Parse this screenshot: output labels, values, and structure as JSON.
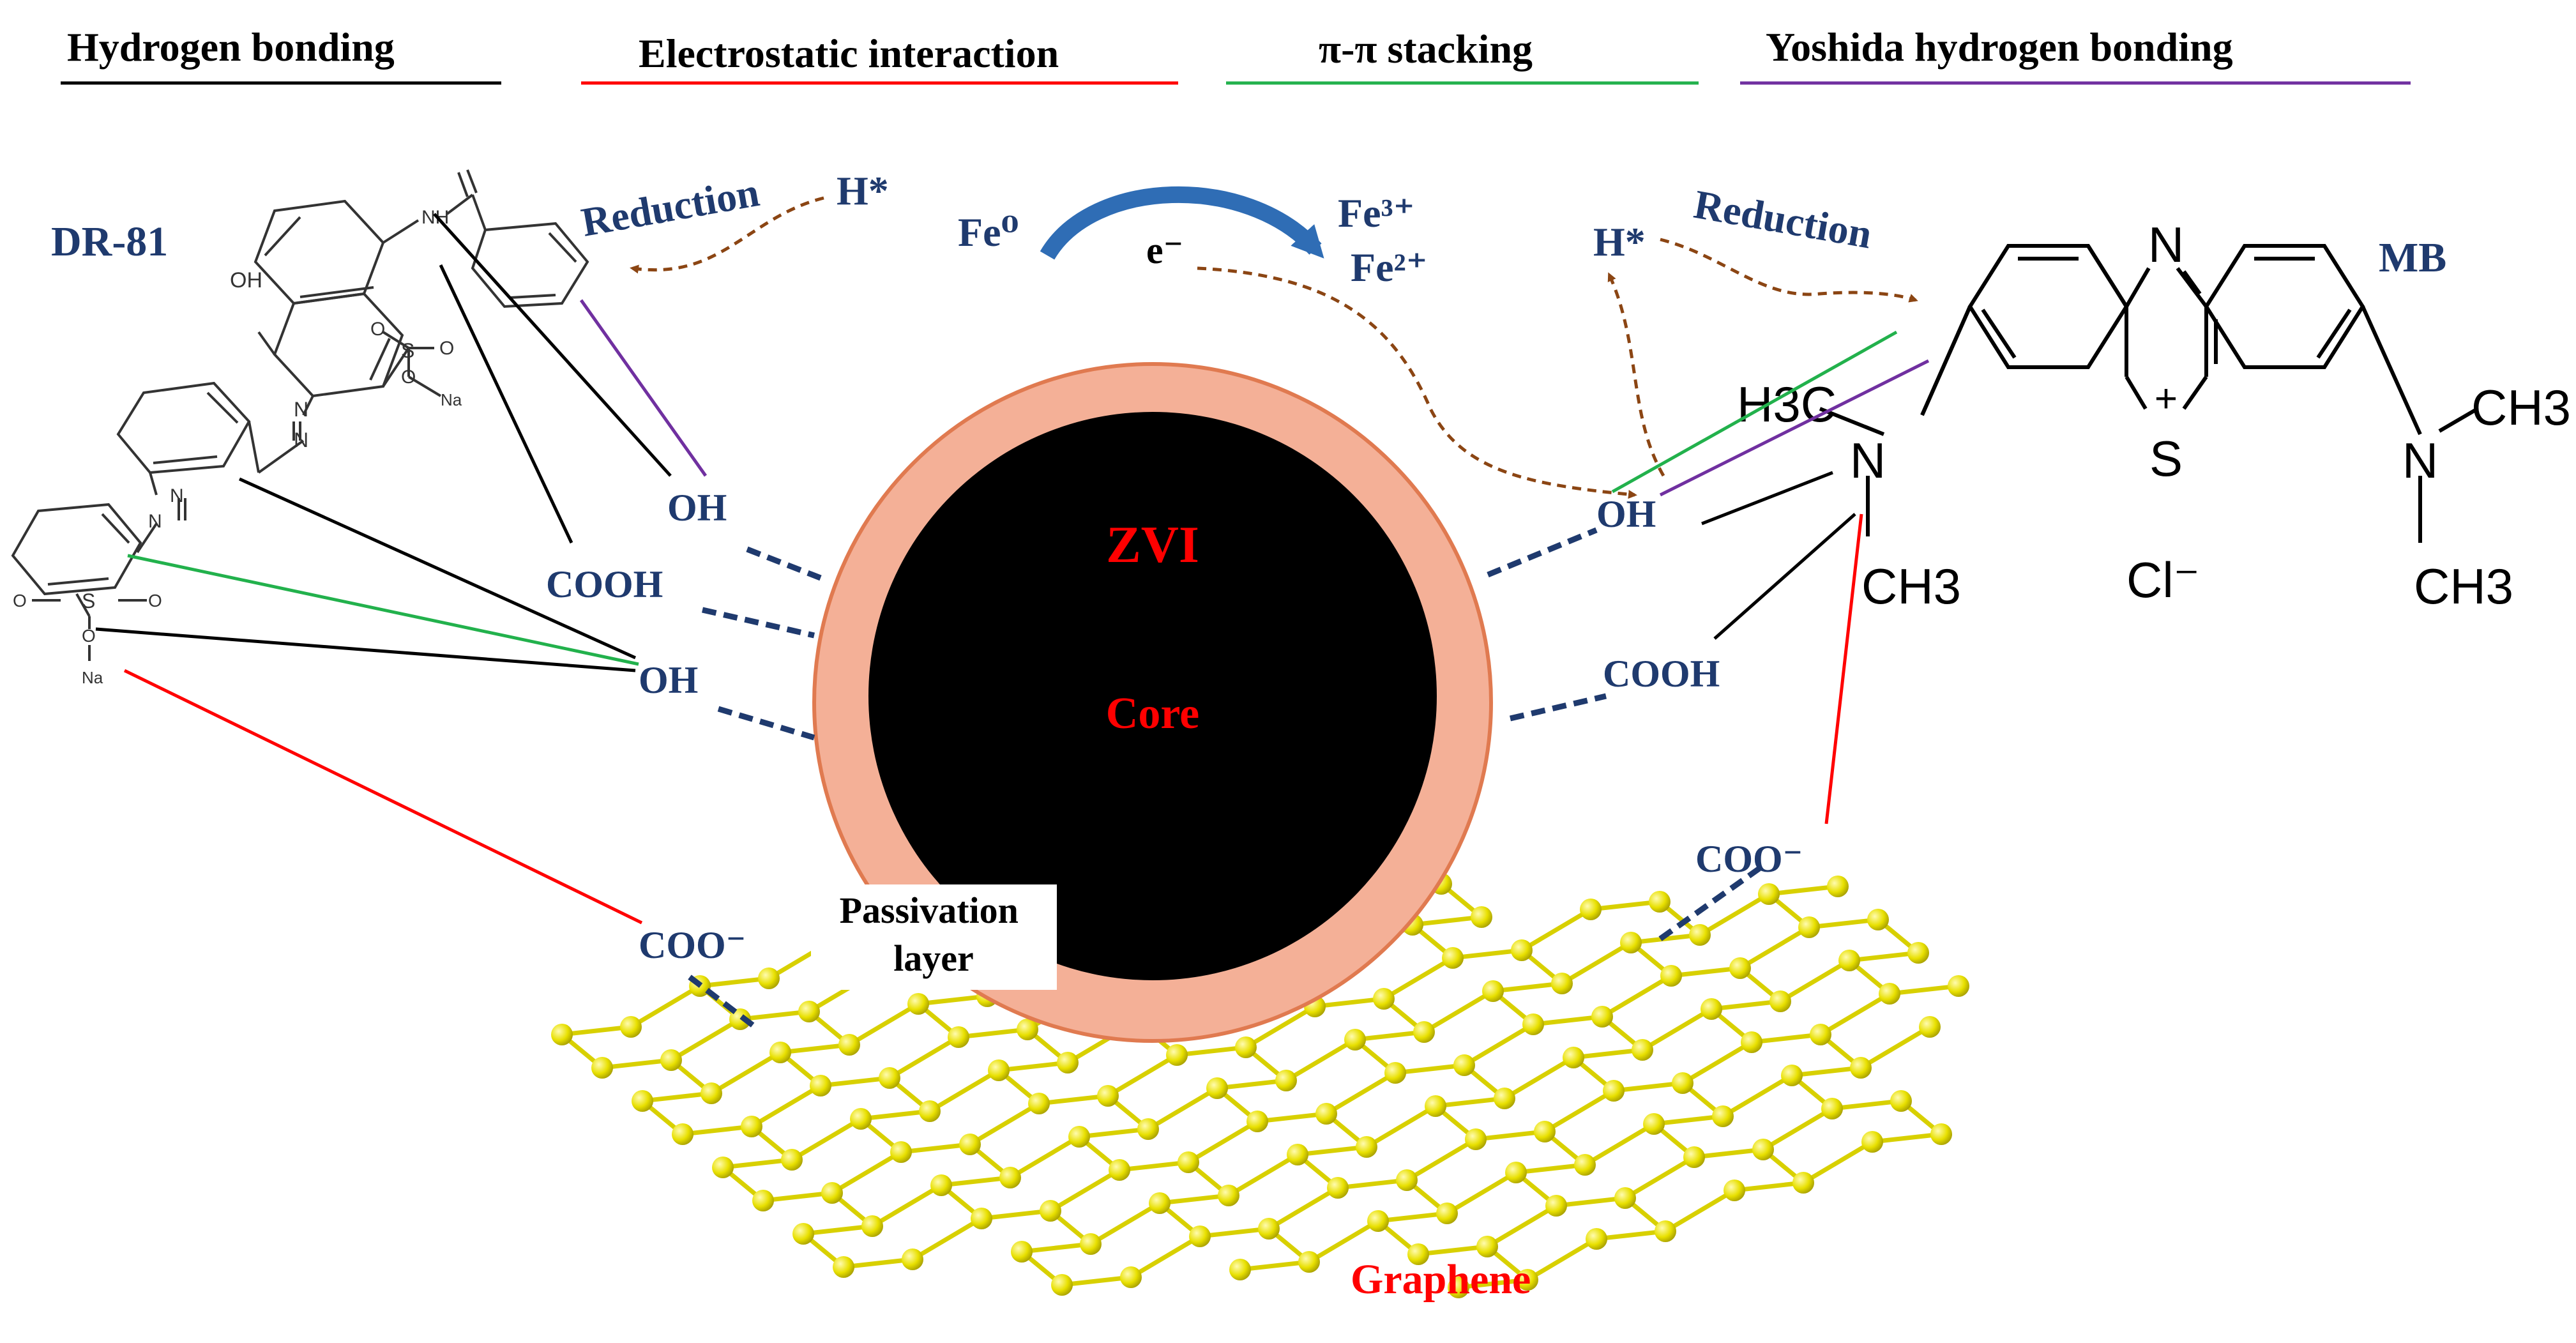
{
  "legend": [
    {
      "label": "Hydrogen bonding",
      "color": "#000000"
    },
    {
      "label": "Electrostatic interaction",
      "color": "#ff0000"
    },
    {
      "label": "π-π stacking",
      "color": "#22b14c"
    },
    {
      "label": "Yoshida hydrogen bonding",
      "color": "#7030a0"
    }
  ],
  "molecules": {
    "left_name": "DR-81",
    "right_name": "MB",
    "left_labels": {
      "oh": "OH",
      "na_top": "Na",
      "na_bottom": "Na",
      "n": "N",
      "nh": "NH",
      "o": "O",
      "s": "S"
    },
    "right_labels": {
      "n_ring": "N",
      "s_plus": "S",
      "plus": "+",
      "n_left": "N",
      "n_right": "N",
      "h3c": "H3C",
      "ch3": "CH3",
      "cl": "Cl⁻"
    }
  },
  "reactions": {
    "reduction_left": "Reduction",
    "reduction_right": "Reduction",
    "h_star_left": "H*",
    "h_star_right": "H*",
    "fe0": "Fe⁰",
    "fe3": "Fe³⁺",
    "fe2": "Fe²⁺",
    "electron": "e⁻"
  },
  "groups": {
    "left": [
      "OH",
      "COOH",
      "OH"
    ],
    "left_coo": "COO⁻",
    "right_oh": "OH",
    "right_cooh": "COOH",
    "right_coo": "COO⁻"
  },
  "particle": {
    "core_title": "ZVI",
    "core_subtitle": "Core",
    "shell_label": "Passivation layer",
    "core_color": "#000000",
    "shell_color": "#f4b097",
    "label_color": "#ff0000"
  },
  "support": {
    "label": "Graphene",
    "atom_color": "#e8e000",
    "label_color": "#ff0000"
  },
  "colors": {
    "navy": "#1f3a6e",
    "arrow_brown": "#8b4513",
    "fe_arrow": "#2f6db5"
  }
}
